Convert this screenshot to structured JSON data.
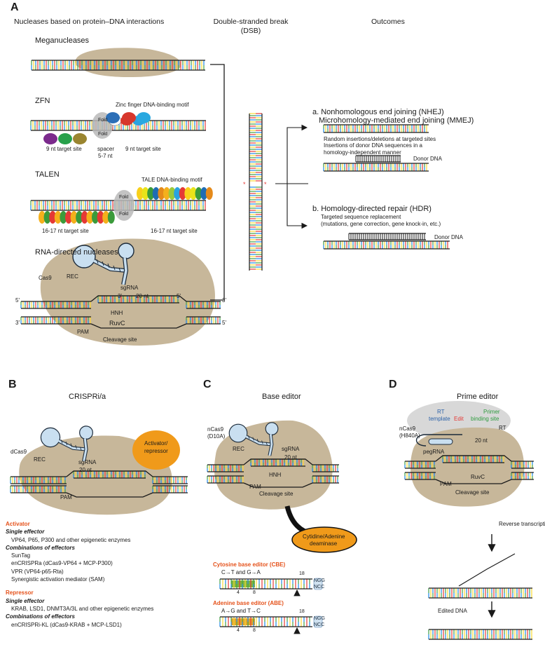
{
  "colors": {
    "protein": "#c7b79a",
    "rna_fill": "#c9dff0",
    "rna_stroke": "#1b2a3a",
    "activator": "#f09a1a",
    "accent": "#e5521b",
    "cbe_window": "#7cb640",
    "abe_window": "#e1a62c",
    "pam_box": "#cfe1f0",
    "bases": [
      "#e53935",
      "#1e88e5",
      "#fdd835",
      "#43a047"
    ]
  },
  "panel_a": {
    "label": "A",
    "header_nucleases": "Nucleases based on protein–DNA interactions",
    "header_dsb": [
      "Double-stranded break",
      "(DSB)"
    ],
    "header_outcomes": "Outcomes",
    "meganucleases": "Meganucleases",
    "zfn": {
      "title": "ZFN",
      "motif": "Zinc finger DNA-binding motif",
      "foki_top": "FokI",
      "foki_bottom": "FokI",
      "site_left": "9 nt target site",
      "site_right": "9 nt target site",
      "spacer": [
        "spacer",
        "5-7 nt"
      ]
    },
    "talen": {
      "title": "TALEN",
      "motif": "TALE DNA-binding motif",
      "foki_top": "FokI",
      "foki_bottom": "FokI",
      "site_left": "16-17 nt target site",
      "site_right": "16-17 nt target site"
    },
    "rna": {
      "title": "RNA-directed nucleases",
      "cas9": "Cas9",
      "rec": "REC",
      "sgrna": "sgRNA",
      "nt": "20 nt",
      "hnh": "HNH",
      "ruvc": "RuvC",
      "pam": "PAM",
      "cleavage": "Cleavage site",
      "p3": "3'",
      "p5": "5'"
    },
    "nhej": [
      "a. Nonhomologous end joining (NHEJ)",
      "Microhomology-mediated end joining (MMEJ)"
    ],
    "random_indels": "Random insertions/deletions at targeted sites",
    "insertions": [
      "Insertions of donor DNA sequences in a",
      "homology-independent manner"
    ],
    "donor1": "Donor DNA",
    "hdr": "b. Homology-directed repair (HDR)",
    "hdr_desc": [
      "Targeted sequence replacement",
      "(mutations, gene correction, gene knock-in, etc.)"
    ],
    "donor2": "Donor DNA"
  },
  "panel_b": {
    "label": "B",
    "title": "CRISPRi/a",
    "dcas9": "dCas9",
    "rec": "REC",
    "sgrna": "sgRNA",
    "nt": "20 nt",
    "pam": "PAM",
    "effector": [
      "Activator/",
      "repressor"
    ],
    "activator_header": "Activator",
    "single": "Single effector",
    "act_single": [
      "VP64, P65, P300 and other epigenetic enzymes"
    ],
    "combos": "Combinations of effectors",
    "act_combos": [
      "SunTag",
      "enCRISPRa (dCas9-VP64 + MCP-P300)",
      "VPR (VP64-p65-Rta)",
      "Synergistic activation mediator (SAM)"
    ],
    "repressor_header": "Repressor",
    "rep_single": [
      "KRAB, LSD1, DNMT3A/3L and other epigenetic enzymes"
    ],
    "rep_combos": [
      "enCRISPRi-KL (dCas9-KRAB + MCP-LSD1)"
    ]
  },
  "panel_c": {
    "label": "C",
    "title": "Base editor",
    "ncas9": [
      "nCas9",
      "(D10A)"
    ],
    "rec": "REC",
    "sgrna": "sgRNA",
    "nt": "20 nt",
    "hnh": "HNH",
    "pam": "PAM",
    "cleavage": "Cleavage site",
    "deaminase": [
      "Cytidine/Adenine",
      "deaminase"
    ],
    "cbe_title": "Cytosine base editor (CBE)",
    "cbe_change": "C→T and G→A",
    "abe_title": "Adenine base editor (ABE)",
    "abe_change": "A→G and T→C",
    "pos4": "4",
    "pos8": "8",
    "pos18": "18",
    "ngg": "NGG",
    "ncc": "NCC"
  },
  "panel_d": {
    "label": "D",
    "title": "Prime editor",
    "ncas9": [
      "nCas9",
      "(H840A)"
    ],
    "rt_template": [
      "RT",
      "template"
    ],
    "edit": "Edit",
    "pbs": [
      "Primer",
      "binding site"
    ],
    "rt": "RT",
    "pegrna": "pegRNA",
    "nt": "20 nt",
    "ruvc": "RuvC",
    "pam": "PAM",
    "cleavage": "Cleavage site",
    "reverse": "Reverse transcription",
    "edited": "Edited DNA"
  }
}
